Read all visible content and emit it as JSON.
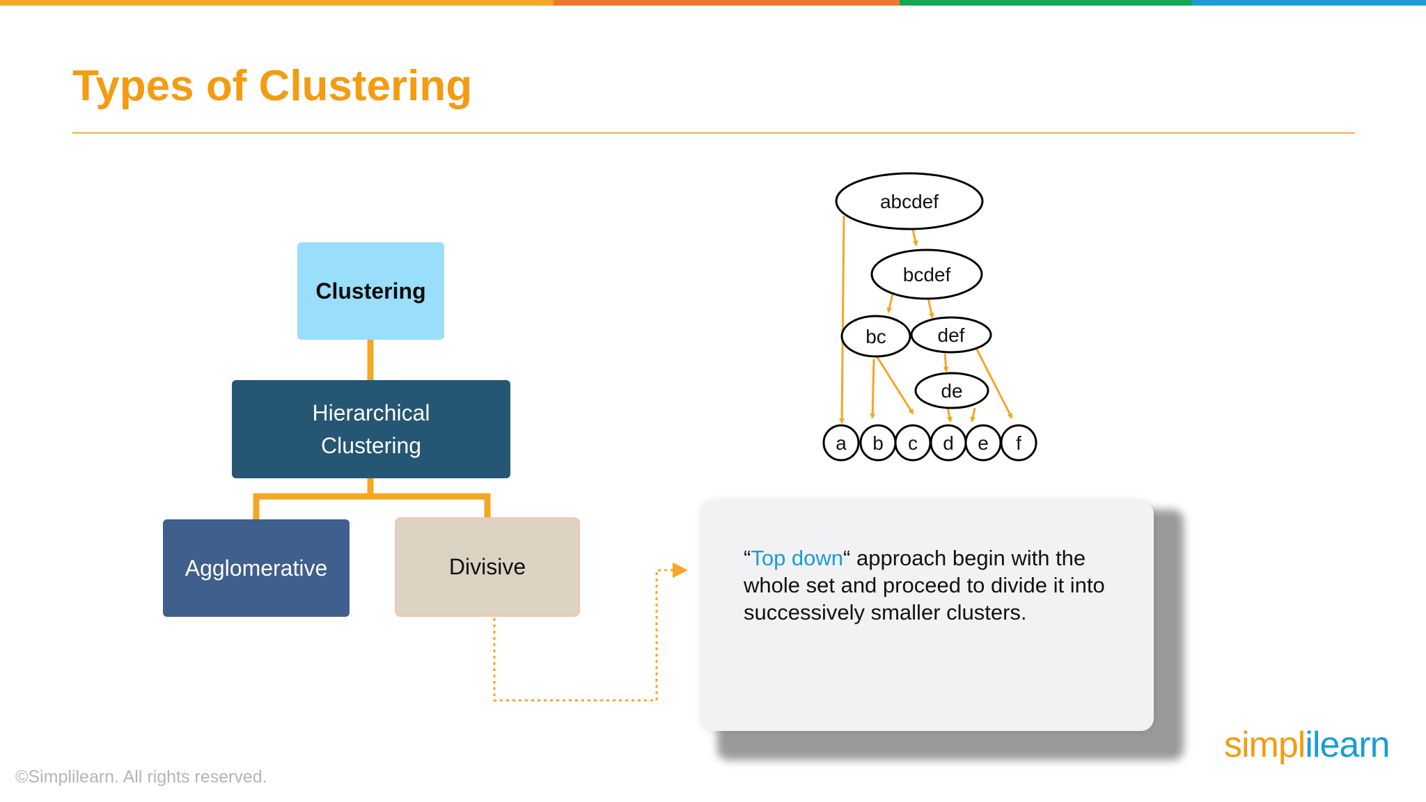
{
  "colors": {
    "title": "#F39C12",
    "connector": "#F5A623",
    "clustering_box": "#99DEFA",
    "hierarchical_box": "#255673",
    "agglomerative_box": "#3F5F8C",
    "divisive_box": "#DCD3C2",
    "highlight": "#1B9BD8",
    "topbar": [
      "#F5A623",
      "#F0762F",
      "#12A851",
      "#1B9BD8"
    ]
  },
  "slide": {
    "title": "Types of Clustering"
  },
  "hierarchy": {
    "root": "Clustering",
    "level1_line1": "Hierarchical",
    "level1_line2": "Clustering",
    "left_child": "Agglomerative",
    "right_child": "Divisive"
  },
  "tree": {
    "nodes": [
      "abcdef",
      "bcdef",
      "bc",
      "def",
      "de"
    ],
    "leaves": [
      "a",
      "b",
      "c",
      "d",
      "e",
      "f"
    ]
  },
  "callout": {
    "quote_open": "“",
    "highlight": "Top down",
    "quote_close": "“",
    "rest": " approach begin with the whole set and proceed to divide it into successively smaller clusters."
  },
  "footer": {
    "copyright": "©Simplilearn. All rights reserved."
  },
  "logo": {
    "part1": "simpl",
    "part2": "i",
    "part3": "learn"
  }
}
